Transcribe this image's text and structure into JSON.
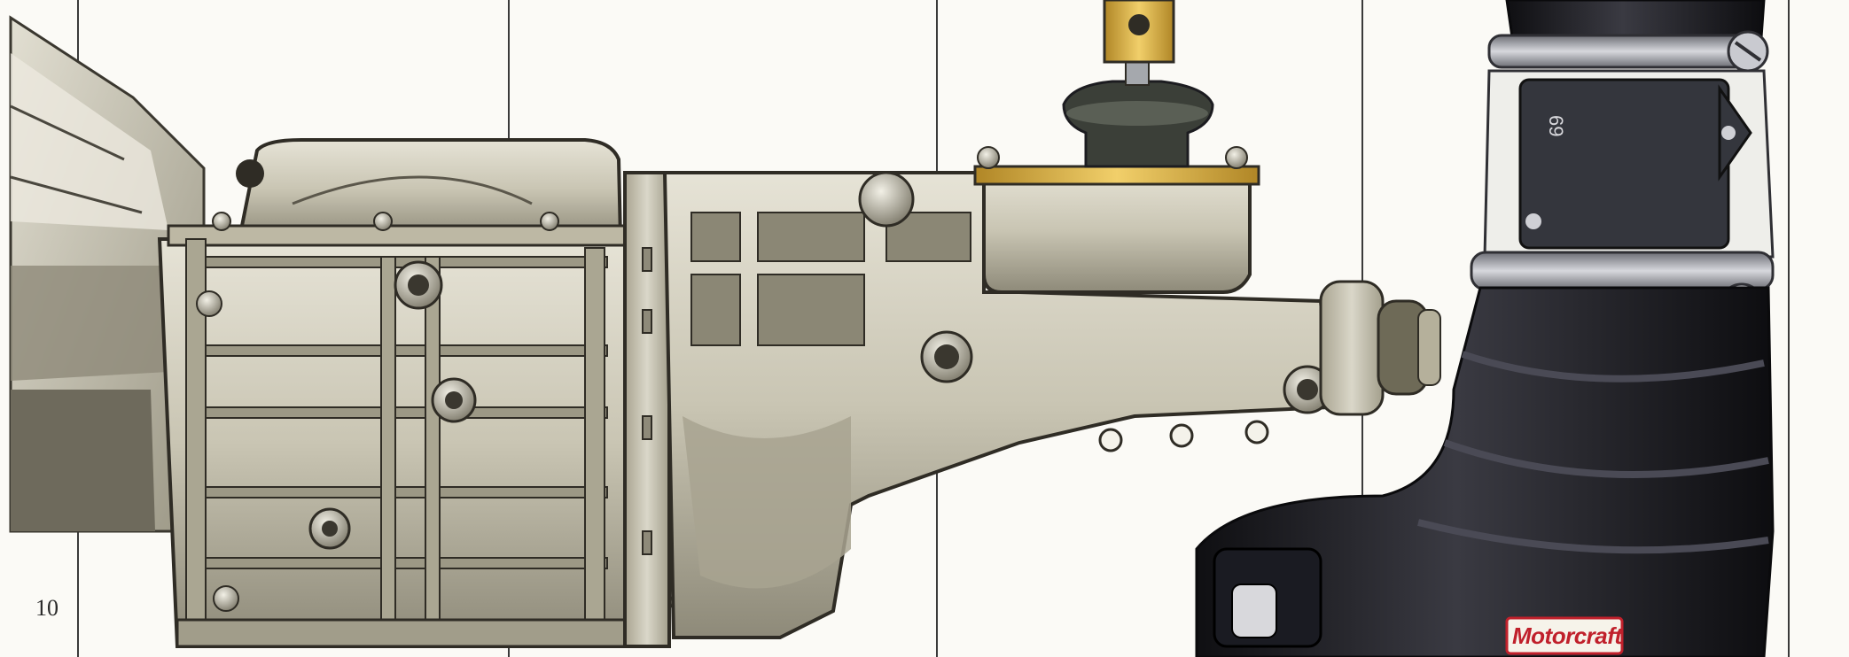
{
  "page": {
    "number": "10"
  },
  "components": {
    "transmission": {
      "label": ""
    },
    "air_intake": {
      "logo_text": "Motorcraft",
      "sensor_marking": "69"
    }
  },
  "colors": {
    "background": "#fbfaf6",
    "gridline": "#3a3a3a",
    "metal_light": "#d9d6c8",
    "metal_mid": "#b7b29f",
    "metal_dark": "#6f6b5d",
    "brass": "#e0b44a",
    "rubber_black": "#1c1c20",
    "clamp_silver": "#9b9ca3",
    "logo_red": "#c0202b"
  }
}
